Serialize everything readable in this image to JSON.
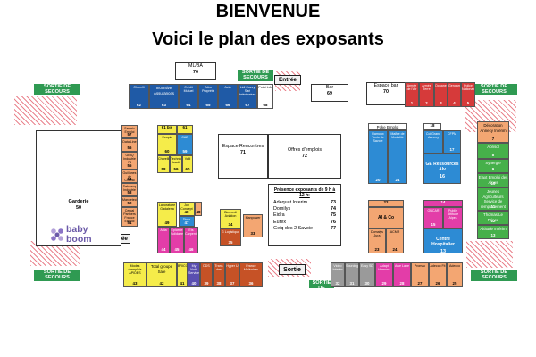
{
  "title": "BIENVENUE",
  "subtitle": "Voici le plan des exposants",
  "emergency_exit": "SORTIE DE SECOURS",
  "entrance": "Entrée",
  "exit": "Sortie",
  "garderie": {
    "label": "Garderie",
    "number": "50",
    "logo": "baby boom"
  },
  "espace_bar": {
    "label": "Espace bar",
    "number": "70"
  },
  "bar": {
    "label": "Bar",
    "number": "69"
  },
  "mlba": {
    "label": "ML/BA",
    "number": "76"
  },
  "rencontres": {
    "label": "Espace Rencontres",
    "number": "71"
  },
  "offres": {
    "label": "Offres d'emplois",
    "number": "72"
  },
  "presence": {
    "title": "Présence exposants de 9 h à 12 h:",
    "rows": [
      {
        "name": "Adequat Interim",
        "number": "73"
      },
      {
        "name": "Domilys",
        "number": "74"
      },
      {
        "name": "Eidra",
        "number": "75"
      },
      {
        "name": "Eurex",
        "number": "76"
      },
      {
        "name": "Geiq des 2 Savoie",
        "number": "77"
      }
    ]
  },
  "stands": [
    {
      "label": "Chorelli",
      "number": "62"
    },
    {
      "label": "Incentive Assurances",
      "number": "63"
    },
    {
      "label": "Crédit Mutuel",
      "number": "64"
    },
    {
      "label": "Aléa Proprété",
      "number": "65"
    },
    {
      "label": "Avia",
      "number": "66"
    },
    {
      "label": "Lidl Cuzzy Sari Intérimaires",
      "number": "67"
    },
    {
      "label": "Point Info",
      "number": "68"
    },
    {
      "label": "Armée de l'Air",
      "number": "1"
    },
    {
      "label": "Armée Terre",
      "number": "2"
    },
    {
      "label": "Douane",
      "number": "3"
    },
    {
      "label": "Gendarmerie",
      "number": "4"
    },
    {
      "label": "Police Nationale",
      "number": "5"
    },
    {
      "label": "Samsic Emploi",
      "number": "57"
    },
    {
      "label": "Data Line",
      "number": "56"
    },
    {
      "label": "GEIQ Industrie 74",
      "number": "55"
    },
    {
      "label": "Guillanes de Cheval",
      "number": "54"
    },
    {
      "label": "Debaecq Industrie",
      "number": "53"
    },
    {
      "label": "Marcietech",
      "number": "52"
    },
    {
      "label": "Cercal Partners France Emploi",
      "number": "51"
    },
    {
      "label": "",
      "number": "61 bis"
    },
    {
      "label": "",
      "number": "61"
    },
    {
      "label": "Ecopia",
      "number": "60"
    },
    {
      "label": "CAE",
      "number": "59"
    },
    {
      "label": "Chorelli",
      "number": "58"
    },
    {
      "label": "Technic Issolt",
      "number": "59"
    },
    {
      "label": "Valli",
      "number": "60"
    },
    {
      "label": "Laboratoire Gadalena",
      "number": "49"
    },
    {
      "label": "Job Concept",
      "number": "48"
    },
    {
      "label": "Direx",
      "number": "47"
    },
    {
      "label": "",
      "number": "48"
    },
    {
      "label": "Adia",
      "number": "44"
    },
    {
      "label": "Epicerie Solidaire",
      "number": "45"
    },
    {
      "label": "Ets Carpentier",
      "number": "46"
    },
    {
      "label": "Bienvedi Aviation",
      "number": "34"
    },
    {
      "label": "G Logistique",
      "number": "35"
    },
    {
      "label": "Manpower",
      "number": "33"
    },
    {
      "label": "Poke Emploi",
      "number": "19"
    },
    {
      "label": "Ramoux Tonio de Savoie",
      "number": "20"
    },
    {
      "label": "Maître de Modalité",
      "number": "21"
    },
    {
      "label": "",
      "number": "18"
    },
    {
      "label": "Cci Grand Annecy",
      "number": ""
    },
    {
      "label": "CFPM",
      "number": "17"
    },
    {
      "label": "GE Ressources Alv",
      "number": "16"
    },
    {
      "label": "Décoration Annecy Intérim",
      "number": "7"
    },
    {
      "label": "Abrisol",
      "number": "8"
    },
    {
      "label": "Synergie",
      "number": "9"
    },
    {
      "label": "Elaxt Emploi des Alpes",
      "number": "10"
    },
    {
      "label": "Jeunes Agriculteurs Service de remplacement",
      "number": "11"
    },
    {
      "label": "Thomas Le Prince",
      "number": "12"
    },
    {
      "label": "Altitude Intérim",
      "number": "13"
    },
    {
      "label": "",
      "number": "22"
    },
    {
      "label": "Al & Co",
      "number": ""
    },
    {
      "label": "Domalys Jura",
      "number": "23"
    },
    {
      "label": "ACMR",
      "number": "24"
    },
    {
      "label": "",
      "number": "14"
    },
    {
      "label": "ONCAR",
      "number": "15"
    },
    {
      "label": "Publie Attitude Alpes",
      "number": ""
    },
    {
      "label": "Centre Hospitalier",
      "number": "13"
    },
    {
      "label": "Modes d'emplois APIDES",
      "number": "43"
    },
    {
      "label": "Total groupe Sale",
      "number": "42"
    },
    {
      "label": "BRICO",
      "number": "41"
    },
    {
      "label": "My Notif Services",
      "number": "40"
    },
    {
      "label": "DDS",
      "number": "39"
    },
    {
      "label": "Trans des",
      "number": "38"
    },
    {
      "label": "Hyper U",
      "number": "37"
    },
    {
      "label": "France Molivoires",
      "number": "36"
    },
    {
      "label": "Video Interim",
      "number": "32"
    },
    {
      "label": "Sourcing",
      "number": "31"
    },
    {
      "label": "Easy SD",
      "number": "30"
    },
    {
      "label": "Adapt Hamons",
      "number": "29"
    },
    {
      "label": "Awe Lane",
      "number": "28"
    },
    {
      "label": "Promac",
      "number": "27"
    },
    {
      "label": "Adecco Fit",
      "number": "26"
    },
    {
      "label": "Adecco",
      "number": "25"
    }
  ]
}
